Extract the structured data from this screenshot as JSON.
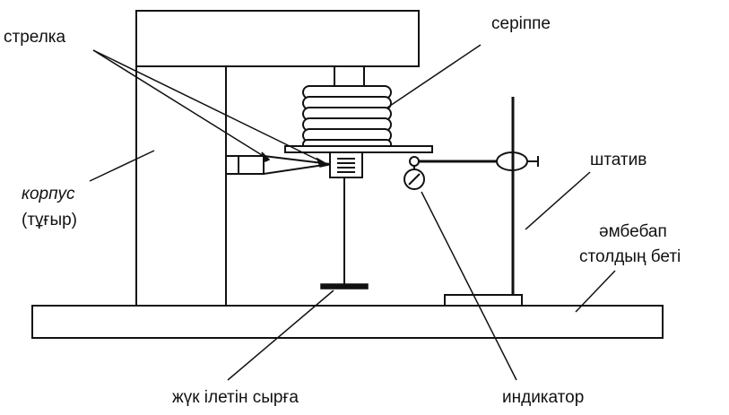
{
  "labels": {
    "strelka": "стрелка",
    "seripe": "серіппе",
    "korpus": "корпус",
    "tugyr": "(тұғыр)",
    "shtativ": "штатив",
    "ambebap": "әмбебап",
    "stol_beti": "столдың беті",
    "zhuk_sirga": "жүк ілетін сырға",
    "indikator": "индикатор"
  },
  "colors": {
    "ink": "#111111",
    "paper": "#ffffff"
  }
}
